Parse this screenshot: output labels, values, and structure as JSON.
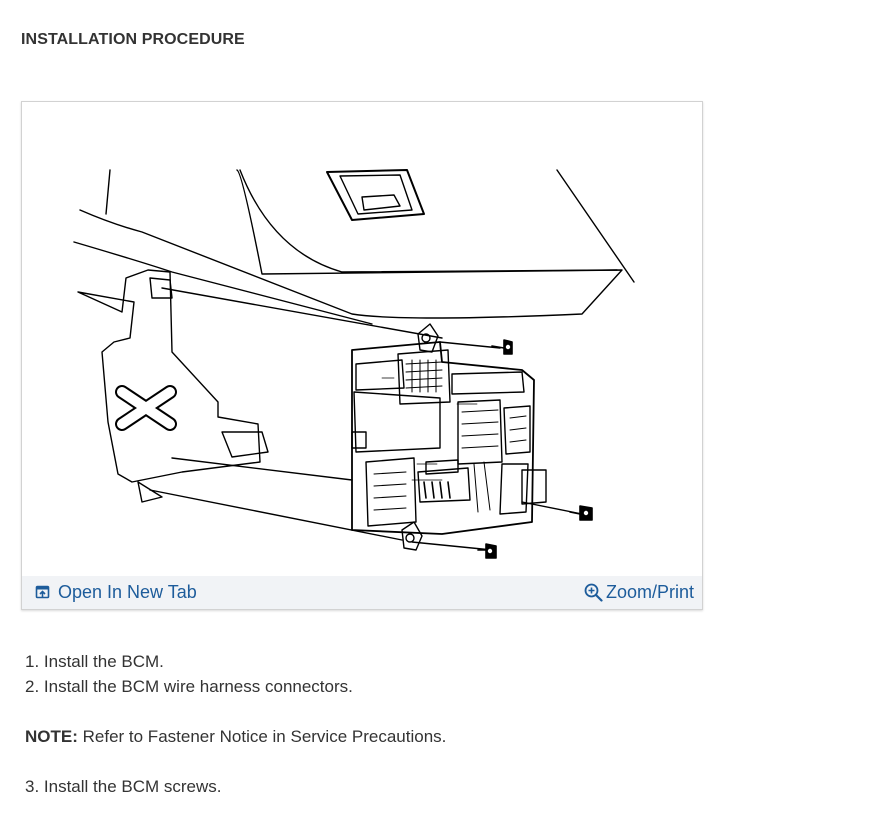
{
  "heading": "INSTALLATION PROCEDURE",
  "figure": {
    "open_link_label": "Open In New Tab",
    "zoom_link_label": "Zoom/Print",
    "open_icon": "open-new-tab-icon",
    "zoom_icon": "zoom-in-icon"
  },
  "steps": [
    "1. Install the BCM.",
    "2. Install the BCM wire harness connectors."
  ],
  "note": {
    "label": "NOTE:",
    "text": " Refer to Fastener Notice in Service Precautions."
  },
  "step3": "3. Install the BCM screws.",
  "colors": {
    "link": "#1d5c9b",
    "bar_background": "#f1f3f6",
    "text": "#333333"
  }
}
